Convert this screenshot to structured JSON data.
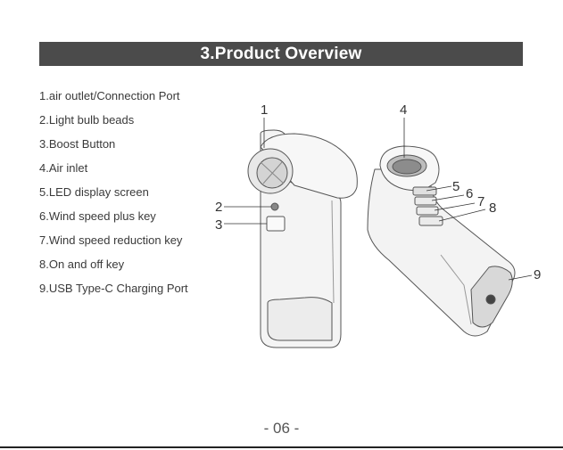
{
  "header": {
    "title": "3.Product Overview"
  },
  "parts": [
    "1.air outlet/Connection Port",
    "2.Light bulb beads",
    "3.Boost Button",
    "4.Air inlet",
    "5.LED display screen",
    "6.Wind speed plus key",
    "7.Wind speed reduction key",
    "8.On and off key",
    "9.USB Type-C Charging Port"
  ],
  "callouts": [
    "1",
    "2",
    "3",
    "4",
    "5",
    "6",
    "7",
    "8",
    "9"
  ],
  "footer": {
    "page_number": "- 06 -"
  }
}
